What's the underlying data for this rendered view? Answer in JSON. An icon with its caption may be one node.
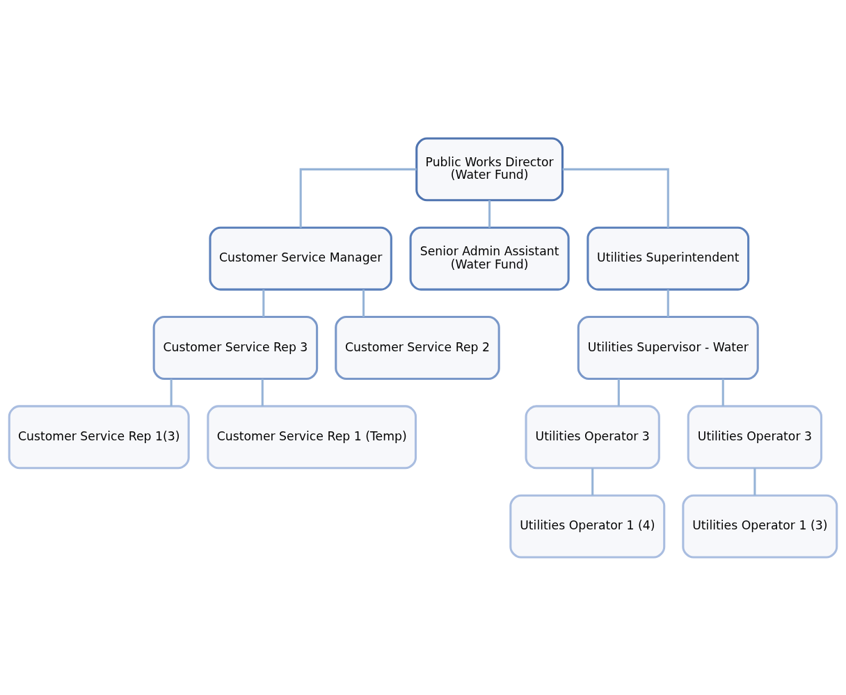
{
  "diagram": {
    "nodes": [
      {
        "text": [
          "Public Works Director",
          "(Water Fund)"
        ]
      },
      {
        "text": [
          "Customer Service Manager"
        ]
      },
      {
        "text": [
          "Senior Admin Assistant",
          "(Water Fund)"
        ]
      },
      {
        "text": [
          "Utilities Superintendent"
        ]
      },
      {
        "text": [
          "Customer Service Rep 3"
        ]
      },
      {
        "text": [
          "Customer Service Rep 2"
        ]
      },
      {
        "text": [
          "Utilities Supervisor - Water"
        ]
      },
      {
        "text": [
          "Customer Service Rep 1(3)"
        ]
      },
      {
        "text": [
          "Customer Service Rep 1 (Temp)"
        ]
      },
      {
        "text": [
          "Utilities Operator 3"
        ]
      },
      {
        "text": [
          "Utilities Operator 3"
        ]
      },
      {
        "text": [
          "Utilities Operator 1 (4)"
        ]
      },
      {
        "text": [
          "Utilities Operator 1 (3)"
        ]
      }
    ],
    "edges": [
      {
        "from": 0,
        "to": 1,
        "arrow": "none"
      },
      {
        "from": 0,
        "to": 2,
        "arrow": "none"
      },
      {
        "from": 0,
        "to": 3,
        "arrow": "none"
      },
      {
        "from": 1,
        "to": 4,
        "arrow": "none"
      },
      {
        "from": 1,
        "to": 5,
        "arrow": "none"
      },
      {
        "from": 3,
        "to": 6,
        "arrow": "none"
      },
      {
        "from": 4,
        "to": 7,
        "arrow": "none"
      },
      {
        "from": 4,
        "to": 8,
        "arrow": "none"
      },
      {
        "from": 6,
        "to": 9,
        "arrow": "none"
      },
      {
        "from": 6,
        "to": 10,
        "arrow": "none"
      },
      {
        "from": 9,
        "to": 11,
        "arrow": "none"
      },
      {
        "from": 10,
        "to": 12,
        "arrow": "none"
      }
    ]
  }
}
